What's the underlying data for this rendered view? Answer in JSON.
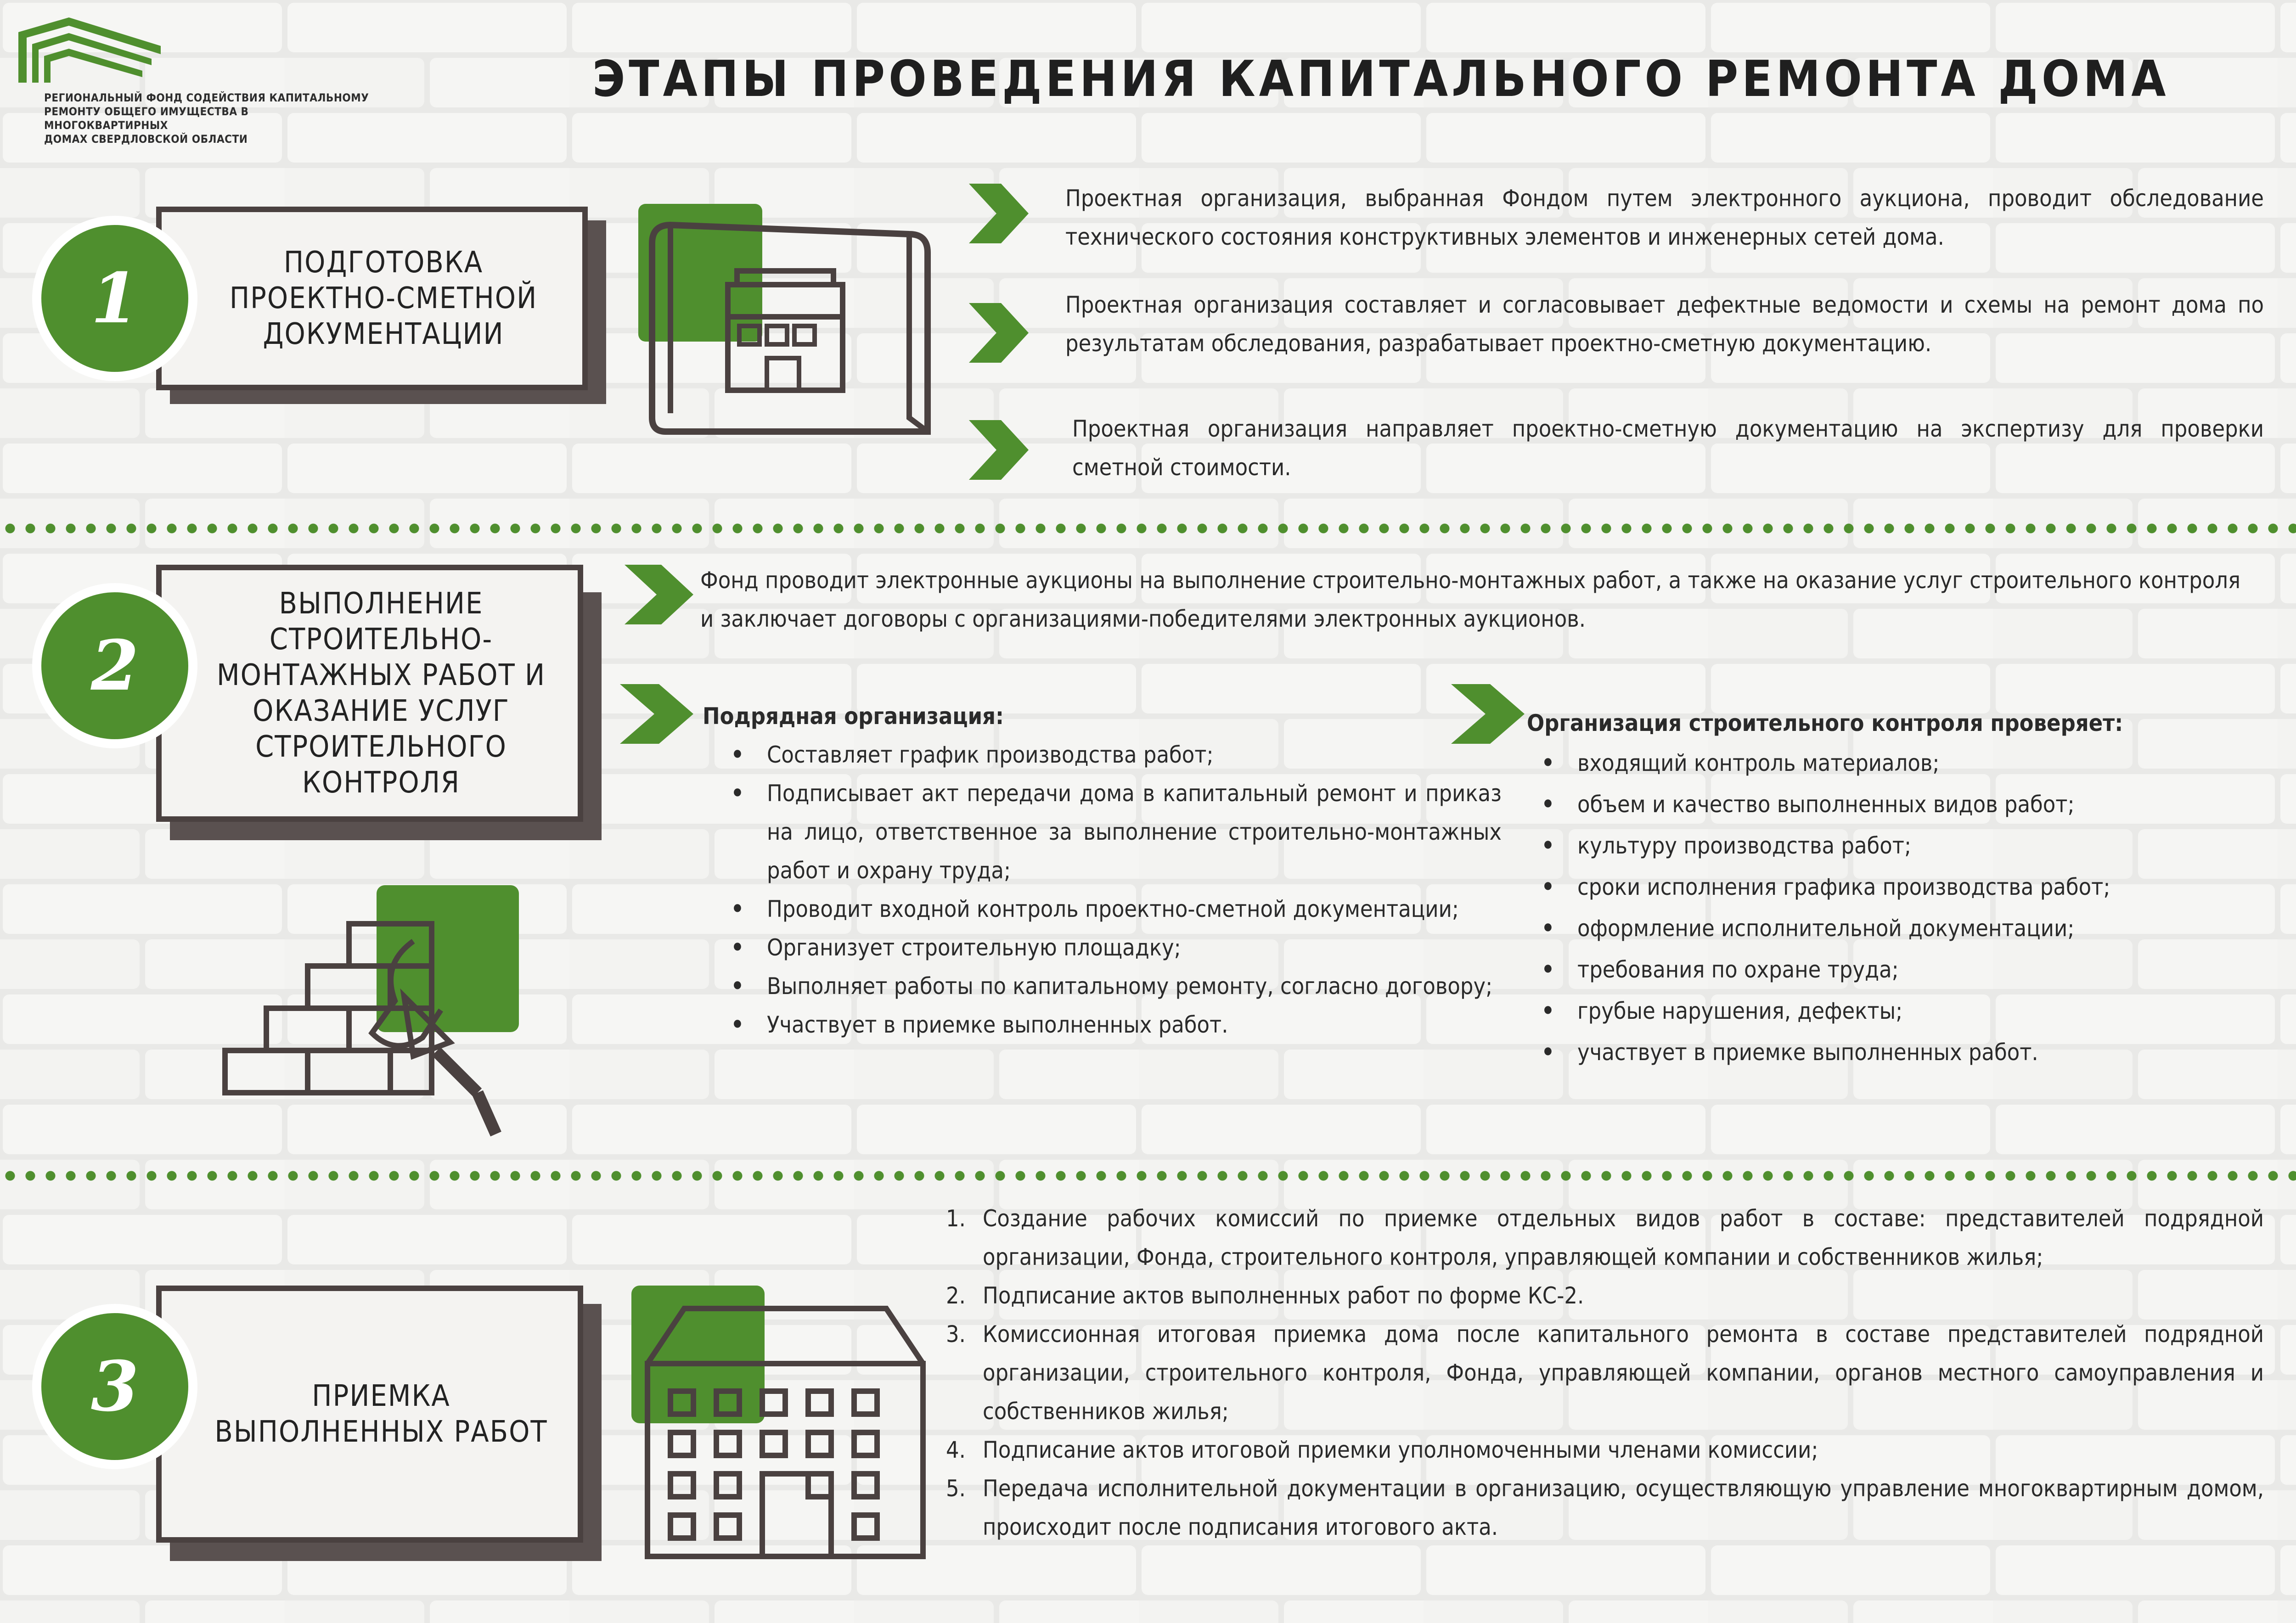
{
  "header": {
    "logo_lines": [
      "Региональный фонд содействия капитальному",
      "ремонту общего имущества в многоквартирных",
      "домах Свердловской области"
    ],
    "title": "Этапы проведения капитального ремонта дома"
  },
  "colors": {
    "accent": "#4f8f2e",
    "frame": "#4a4140",
    "box_bg": "#f4f3f1"
  },
  "stage1": {
    "number": "1",
    "label": "Подготовка проектно-сметной документации",
    "icon": "blueprint-house-icon",
    "items": [
      "Проектная организация, выбранная Фондом путем электронного аукциона,  проводит обследование технического состояния конструктивных элементов и инженерных сетей дома.",
      "Проектная организация составляет и согласовывает дефектные ведомости и схемы на ремонт дома по результатам обследования, разрабатывает проектно-сметную документацию.",
      "Проектная организация направляет проектно-сметную документацию на экспертизу для проверки сметной стоимости."
    ]
  },
  "stage2": {
    "number": "2",
    "label": "Выполнение строительно-монтажных работ и оказание услуг строительного контроля",
    "icon": "bricks-trowel-icon",
    "intro": "Фонд проводит электронные аукционы  на выполнение строительно-монтажных работ, а также на оказание услуг строительного контроля и заключает договоры с организациями-победителями электронных аукционов.",
    "contractor": {
      "heading": "Подрядная организация:",
      "items": [
        "Составляет график производства работ;",
        "Подписывает акт передачи дома в капитальный ремонт и приказ на лицо, ответственное за выполнение строительно-монтажных работ и охрану труда;",
        "Проводит входной контроль проектно-сметной документации;",
        "Организует строительную площадку;",
        "Выполняет работы по капитальному ремонту, согласно договору;",
        "Участвует в приемке выполненных работ."
      ]
    },
    "control": {
      "heading": "Организация строительного контроля проверяет:",
      "items": [
        "входящий контроль материалов;",
        "объем и качество выполненных видов работ;",
        "культуру производства работ;",
        "сроки исполнения графика производства работ;",
        "оформление исполнительной документации;",
        "требования по охране труда;",
        "грубые нарушения, дефекты;",
        "участвует в приемке выполненных работ."
      ]
    }
  },
  "stage3": {
    "number": "3",
    "label": "Приемка выполненных работ",
    "icon": "apartment-building-icon",
    "items": [
      "Создание рабочих комиссий по приемке отдельных видов работ в составе: представителей подрядной организации, Фонда, строительного контроля, управляющей компании и собственников жилья;",
      "Подписание  актов выполненных работ по форме КС-2.",
      "Комиссионная итоговая приемка дома после капитального ремонта в составе представителей подрядной организации, строительного контроля, Фонда, управляющей компании, органов местного самоуправления и собственников жилья;",
      "Подписание актов итоговой приемки уполномоченными членами комиссии;",
      "Передача исполнительной документации в организацию, осуществляющую управление многоквартирным домом,  происходит после подписания итогового акта."
    ],
    "numbers": [
      "1.",
      "2.",
      "3.",
      "4.",
      "5."
    ]
  }
}
